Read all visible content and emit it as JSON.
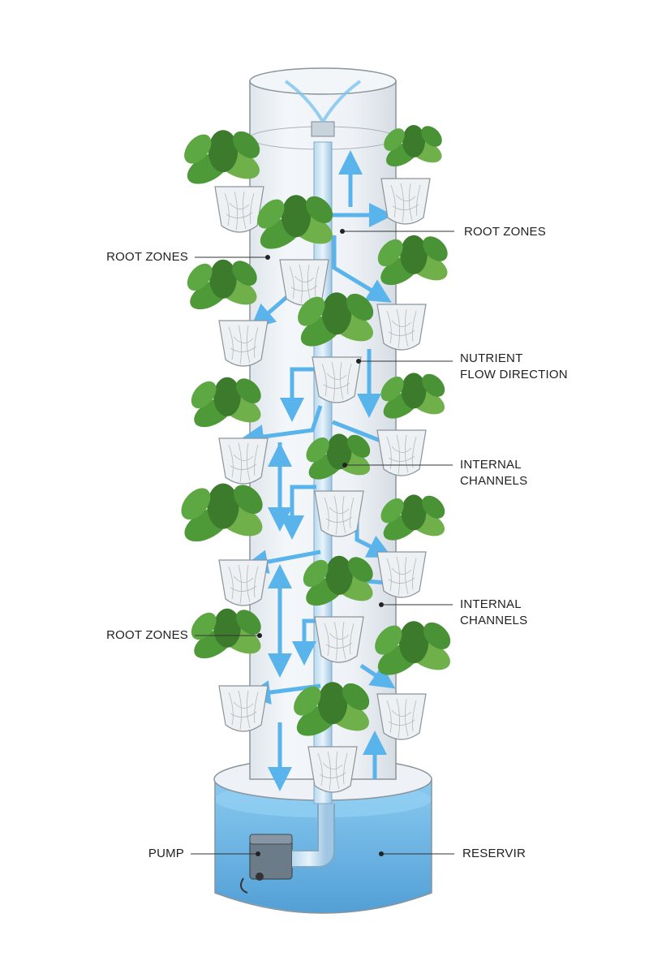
{
  "labels": {
    "root_zones_top_right": "ROOT ZONES",
    "root_zones_top_left": "ROOT ZONES",
    "nutrient_flow_line1": "NUTRIENT",
    "nutrient_flow_line2": "FLOW DIRECTION",
    "internal_channels_a_line1": "INTERNAL",
    "internal_channels_a_line2": "CHANNELS",
    "internal_channels_b_line1": "INTERNAL",
    "internal_channels_b_line2": "CHANNELS",
    "root_zones_bottom_left": "ROOT ZONES",
    "pump": "PUMP",
    "reservoir": "RESERVIR"
  },
  "colors": {
    "water": "#4aa8e0",
    "flow_arrow": "#5ab4ec",
    "tube_glass": "#e8eef4",
    "tube_outline": "#8a949c",
    "leaf_dark": "#3c7a2c",
    "leaf_light": "#6fb04a",
    "root": "#c8c8c8",
    "pump_body": "#6b7c88"
  },
  "icons": {
    "plant": "leafy-plant-icon",
    "pump": "pump-icon",
    "arrow": "flow-arrow-icon"
  }
}
